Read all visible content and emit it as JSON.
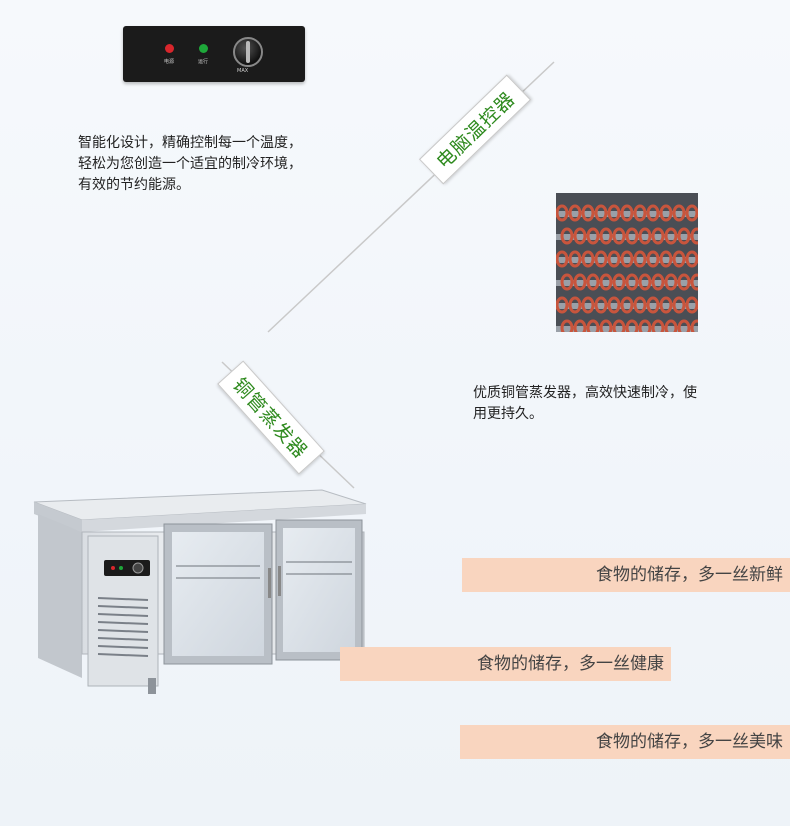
{
  "control_panel": {
    "power_label": "电源",
    "run_label": "运行",
    "knob_label": "MAX",
    "colors": {
      "power_led": "#d8262c",
      "run_led": "#1ea83a"
    }
  },
  "controller": {
    "tag": "电脑温控器",
    "description": [
      "智能化设计，精确控制每一个温度，",
      "轻松为您创造一个适宜的制冷环境，",
      "有效的节约能源。"
    ]
  },
  "evaporator": {
    "tag": "铜管蒸发器",
    "description": [
      "优质铜管蒸发器，高效快速制冷，使",
      "用更持久。"
    ]
  },
  "features": [
    "食物的储存，多一丝新鲜",
    "食物的储存，多一丝健康",
    "食物的储存，多一丝美味"
  ],
  "colors": {
    "tag_text": "#2e8a1e",
    "feature_bar": "#f9d5bf",
    "copper": "#c8553d"
  }
}
